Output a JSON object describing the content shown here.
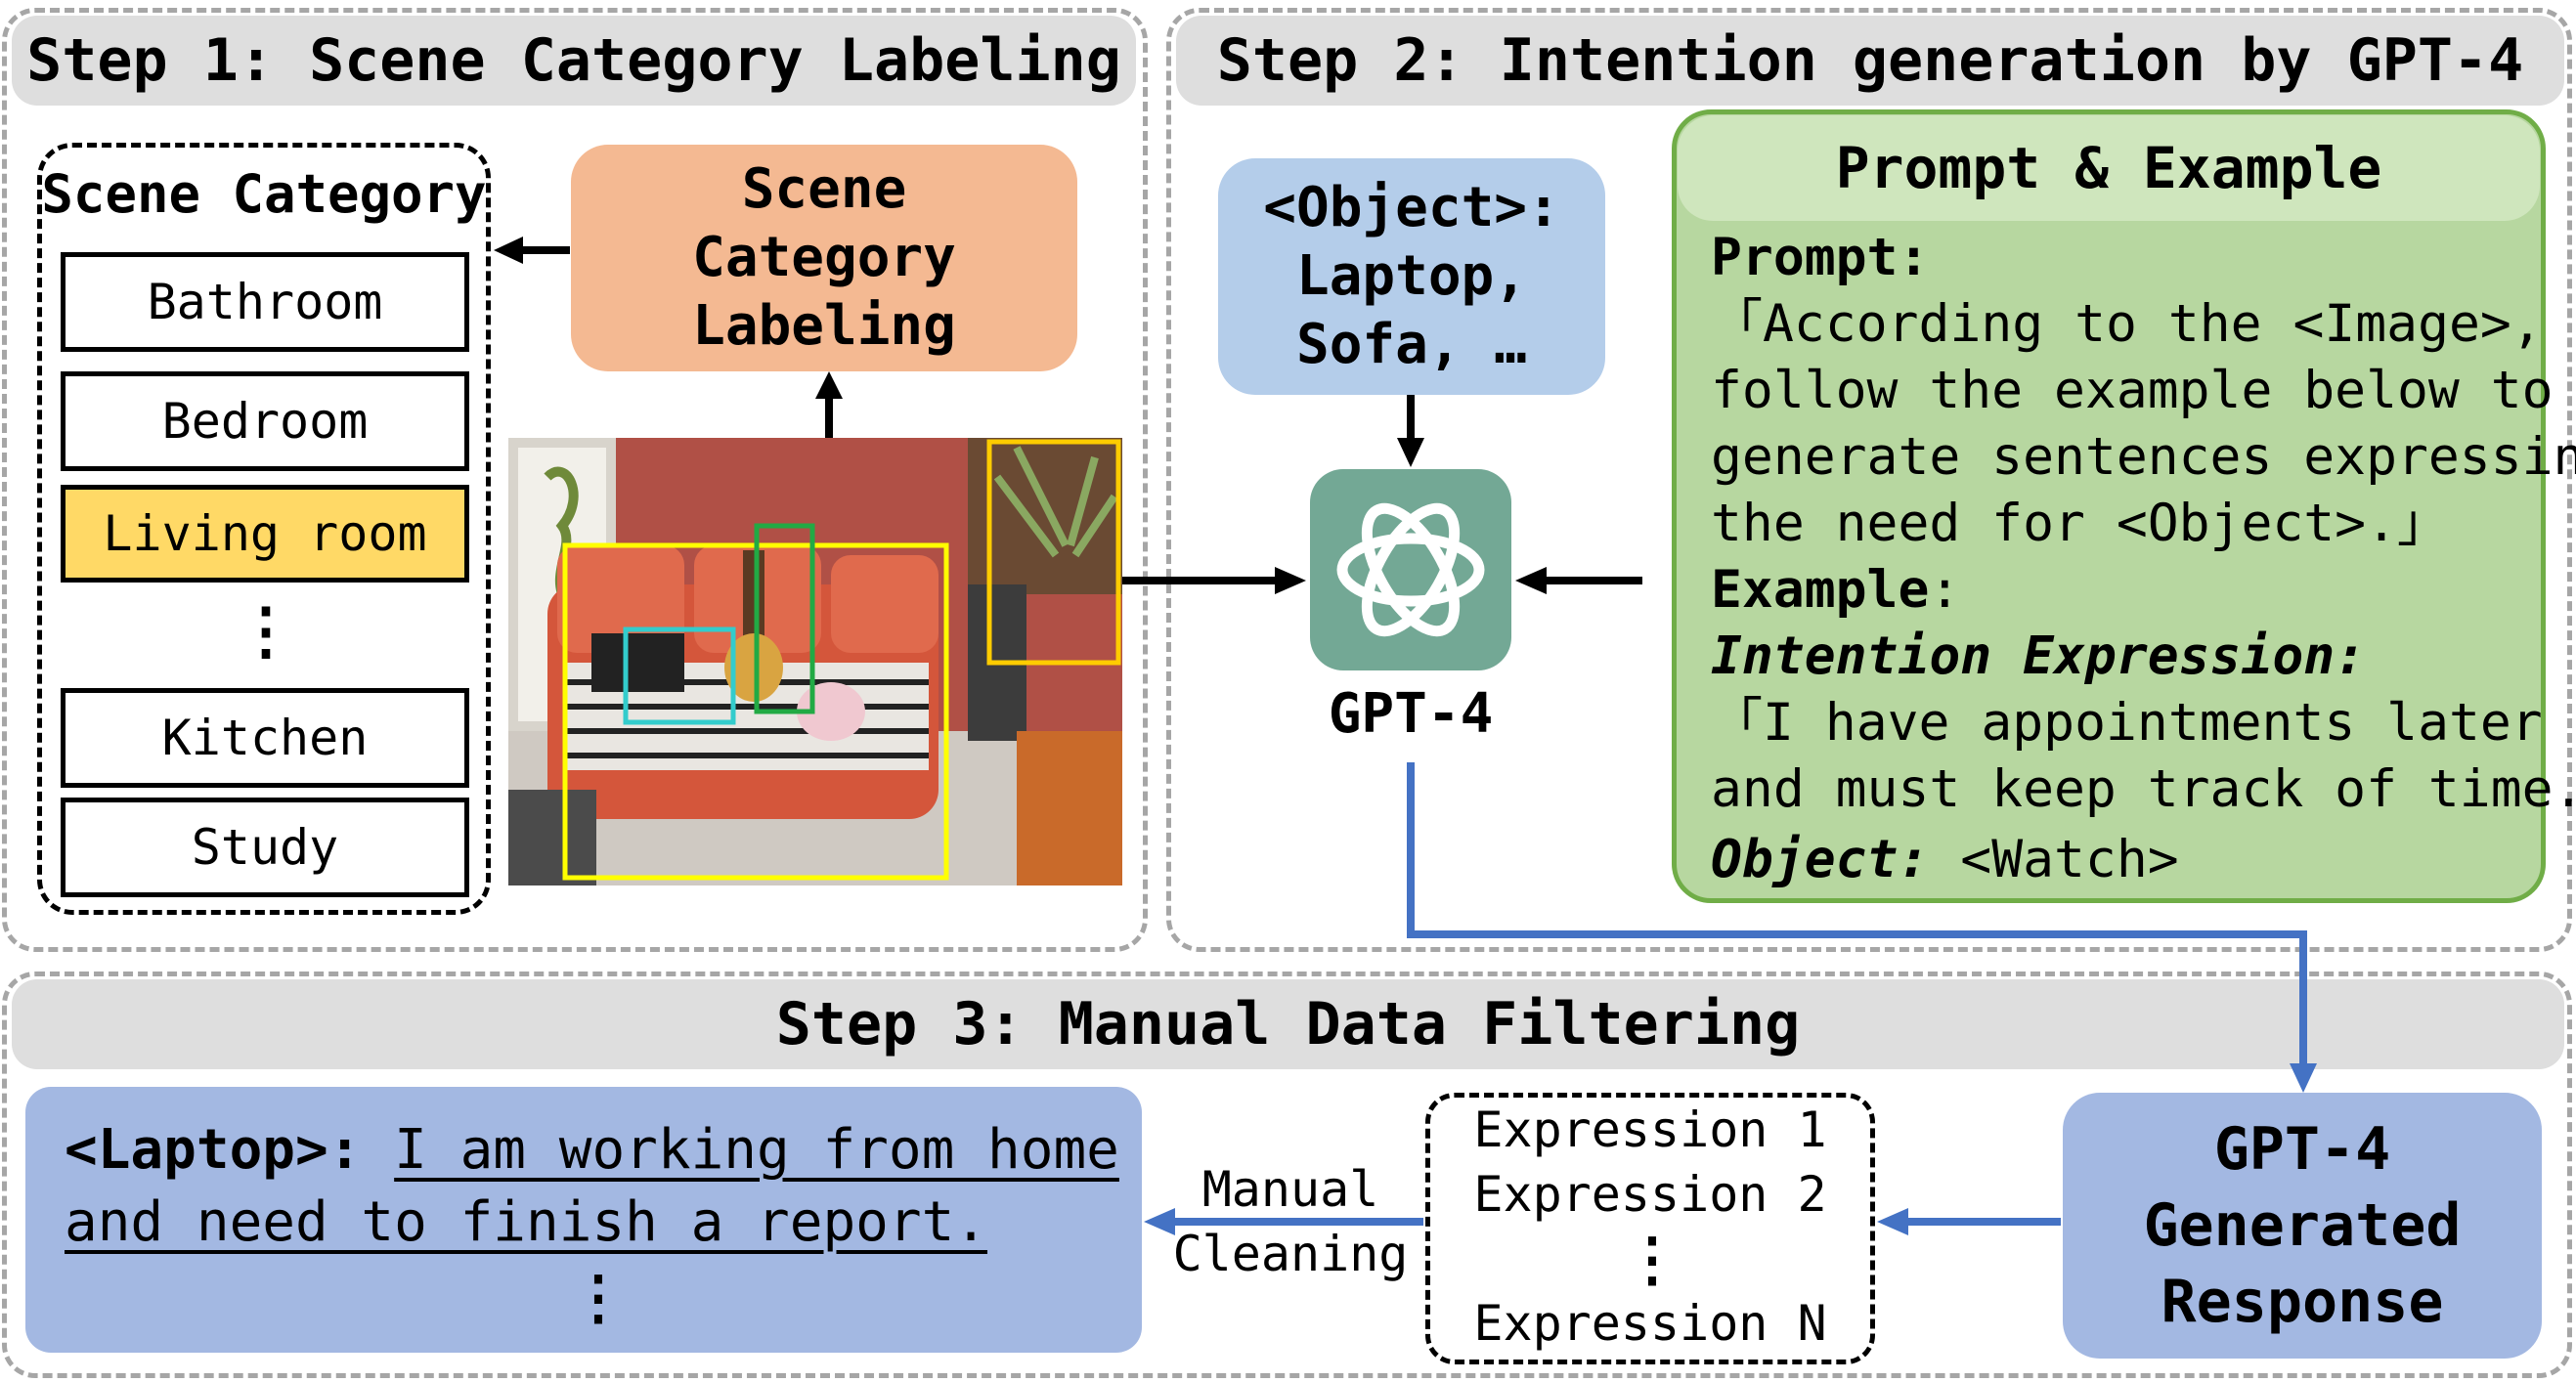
{
  "steps": {
    "step1_title": "Step 1: Scene Category Labeling",
    "step2_title": "Step 2: Intention generation by GPT-4",
    "step3_title": "Step 3: Manual Data Filtering"
  },
  "scene_panel": {
    "heading": "Scene Category",
    "categories": [
      "Bathroom",
      "Bedroom",
      "Living room",
      "Kitchen",
      "Study"
    ],
    "highlighted": "Living room",
    "ellipsis": "⋮"
  },
  "labeling_box": {
    "lines": [
      "Scene",
      "Category",
      "Labeling"
    ]
  },
  "photo": {
    "box_colors": {
      "sofa": "#ffff00",
      "laptop": "#33cccc",
      "guitar": "#22aa44",
      "plant": "#ffcc00"
    }
  },
  "object_box": {
    "lines": [
      "<Object>:",
      "Laptop,",
      "Sofa, …"
    ]
  },
  "gpt": {
    "label": "GPT-4"
  },
  "prompt_panel": {
    "title": "Prompt & Example",
    "prompt_label": "Prompt:",
    "prompt_lines": [
      "「According to the <Image>,",
      "follow the example below to",
      "generate sentences expressing",
      "the need for <Object>.」"
    ],
    "example_label": "Example",
    "example_colon": ":",
    "intention_label": "Intention Expression:",
    "intention_lines": [
      "「I have appointments later",
      "and must keep track of time.」"
    ],
    "object_label": "Object:",
    "object_value": " <Watch>"
  },
  "generated_response": {
    "lines": [
      "GPT-4",
      "Generated",
      "Response"
    ]
  },
  "expressions": {
    "items": [
      "Expression 1",
      "Expression 2"
    ],
    "ellipsis": "⋮",
    "last": "Expression N"
  },
  "manual_cleaning": {
    "lines": [
      "Manual",
      "Cleaning"
    ]
  },
  "output_box": {
    "key": "<Laptop>:",
    "text_line1": "I am working from home",
    "text_line2": "and need to finish a report.",
    "ellipsis": "⋮"
  },
  "colors": {
    "orange": "#f4b992",
    "light_blue": "#b4cdea",
    "green_fill": "#b7d7a0",
    "green_border": "#70ad47",
    "blue_box": "#a3b8e2",
    "gpt_teal": "#73a895",
    "arrow_blue": "#4472c4"
  }
}
